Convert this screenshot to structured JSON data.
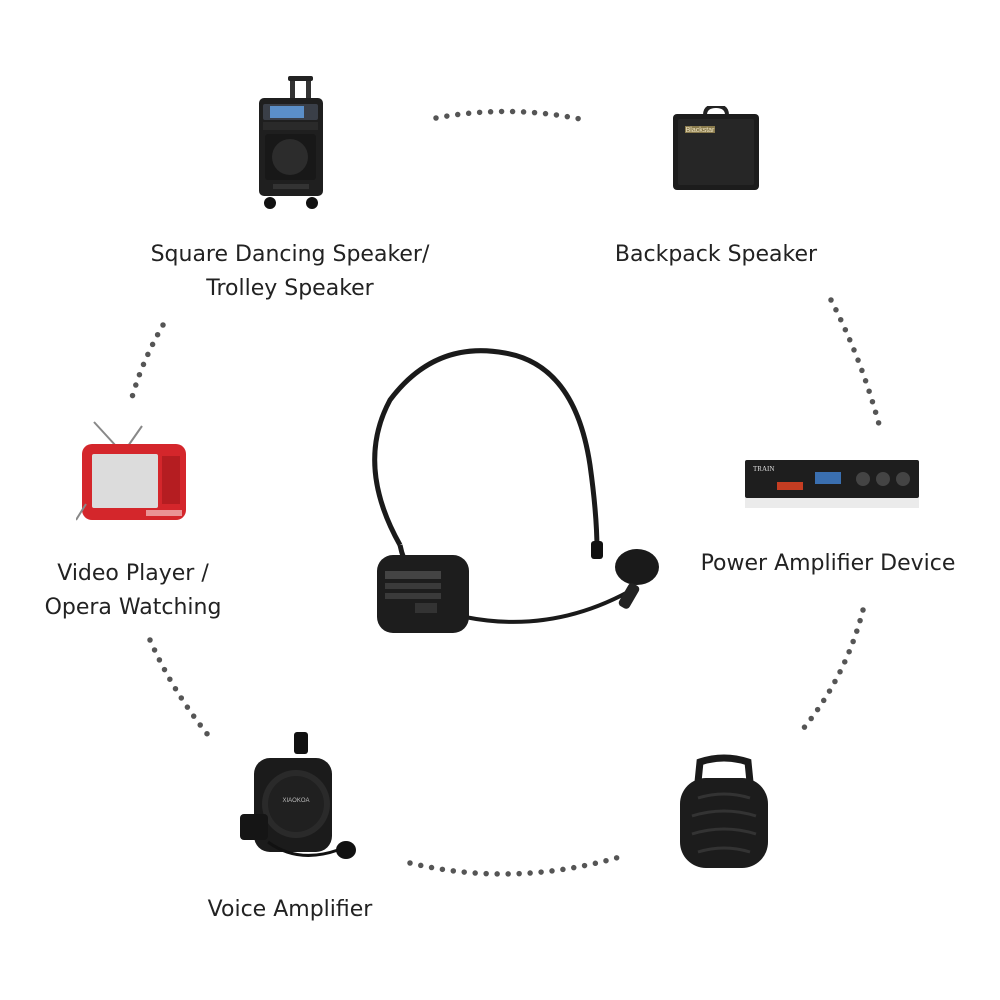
{
  "labels": {
    "trolley_line1": "Square Dancing Speaker/",
    "trolley_line2": "Trolley Speaker",
    "backpack": "Backpack Speaker",
    "video_line1": "Video Player /",
    "video_line2": "Opera Watching",
    "power_amp": "Power Amplifier Device",
    "voice_amp": "Voice Amplifier"
  },
  "embedded_text": {
    "amp_brand": "Blackstar",
    "rack_brand": "TRAIN",
    "voice_amp_brand": "XIAOKOA"
  },
  "colors": {
    "dots": "#555555",
    "video_player": "#d4262b",
    "text": "#222222"
  }
}
